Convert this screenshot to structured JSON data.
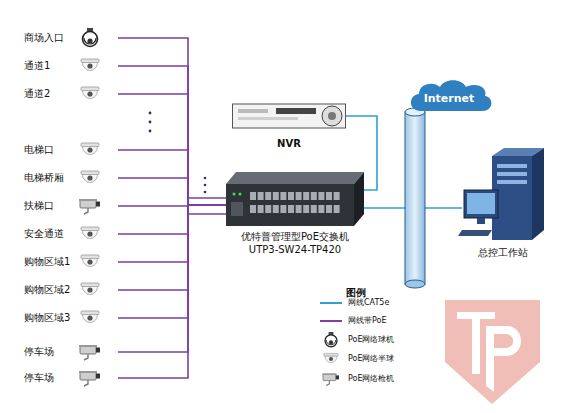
{
  "diagram": {
    "nodes": [
      {
        "text": [
          "商场入口"
        ]
      },
      {
        "text": [
          "通道1"
        ]
      },
      {
        "text": [
          "通道2"
        ]
      },
      {
        "text": [
          "电梯口"
        ]
      },
      {
        "text": [
          "电梯桥厢"
        ]
      },
      {
        "text": [
          "扶梯口"
        ]
      },
      {
        "text": [
          "安全通道"
        ]
      },
      {
        "text": [
          "购物区域1"
        ]
      },
      {
        "text": [
          "购物区域2"
        ]
      },
      {
        "text": [
          "购物区域3"
        ]
      },
      {
        "text": [
          "停车场"
        ]
      },
      {
        "text": [
          "停车场"
        ]
      },
      {
        "text": [
          "优特普管理型PoE交换机",
          "UTP3-SW24-TP420"
        ]
      },
      {
        "text": [
          "NVR"
        ]
      },
      {
        "text": [
          "Internet"
        ]
      },
      {
        "text": [
          "总控工作站"
        ]
      }
    ],
    "edges": [
      {
        "from": 0,
        "to": 12,
        "arrow": "none"
      },
      {
        "from": 1,
        "to": 12,
        "arrow": "none"
      },
      {
        "from": 2,
        "to": 12,
        "arrow": "none"
      },
      {
        "from": 3,
        "to": 12,
        "arrow": "none"
      },
      {
        "from": 4,
        "to": 12,
        "arrow": "none"
      },
      {
        "from": 5,
        "to": 12,
        "arrow": "none"
      },
      {
        "from": 6,
        "to": 12,
        "arrow": "none"
      },
      {
        "from": 7,
        "to": 12,
        "arrow": "none"
      },
      {
        "from": 8,
        "to": 12,
        "arrow": "none"
      },
      {
        "from": 9,
        "to": 12,
        "arrow": "none"
      },
      {
        "from": 10,
        "to": 12,
        "arrow": "none"
      },
      {
        "from": 11,
        "to": 12,
        "arrow": "none"
      },
      {
        "from": 13,
        "to": 12,
        "arrow": "none"
      },
      {
        "from": 12,
        "to": 15,
        "arrow": "none"
      }
    ],
    "labels": [
      "图例"
    ],
    "legend": [
      {
        "text": "网线CAT5e"
      },
      {
        "text": "网线带PoE"
      },
      {
        "text": "PoE网络球机"
      },
      {
        "text": "PoE网络半球"
      },
      {
        "text": "PoE网络枪机"
      }
    ]
  }
}
